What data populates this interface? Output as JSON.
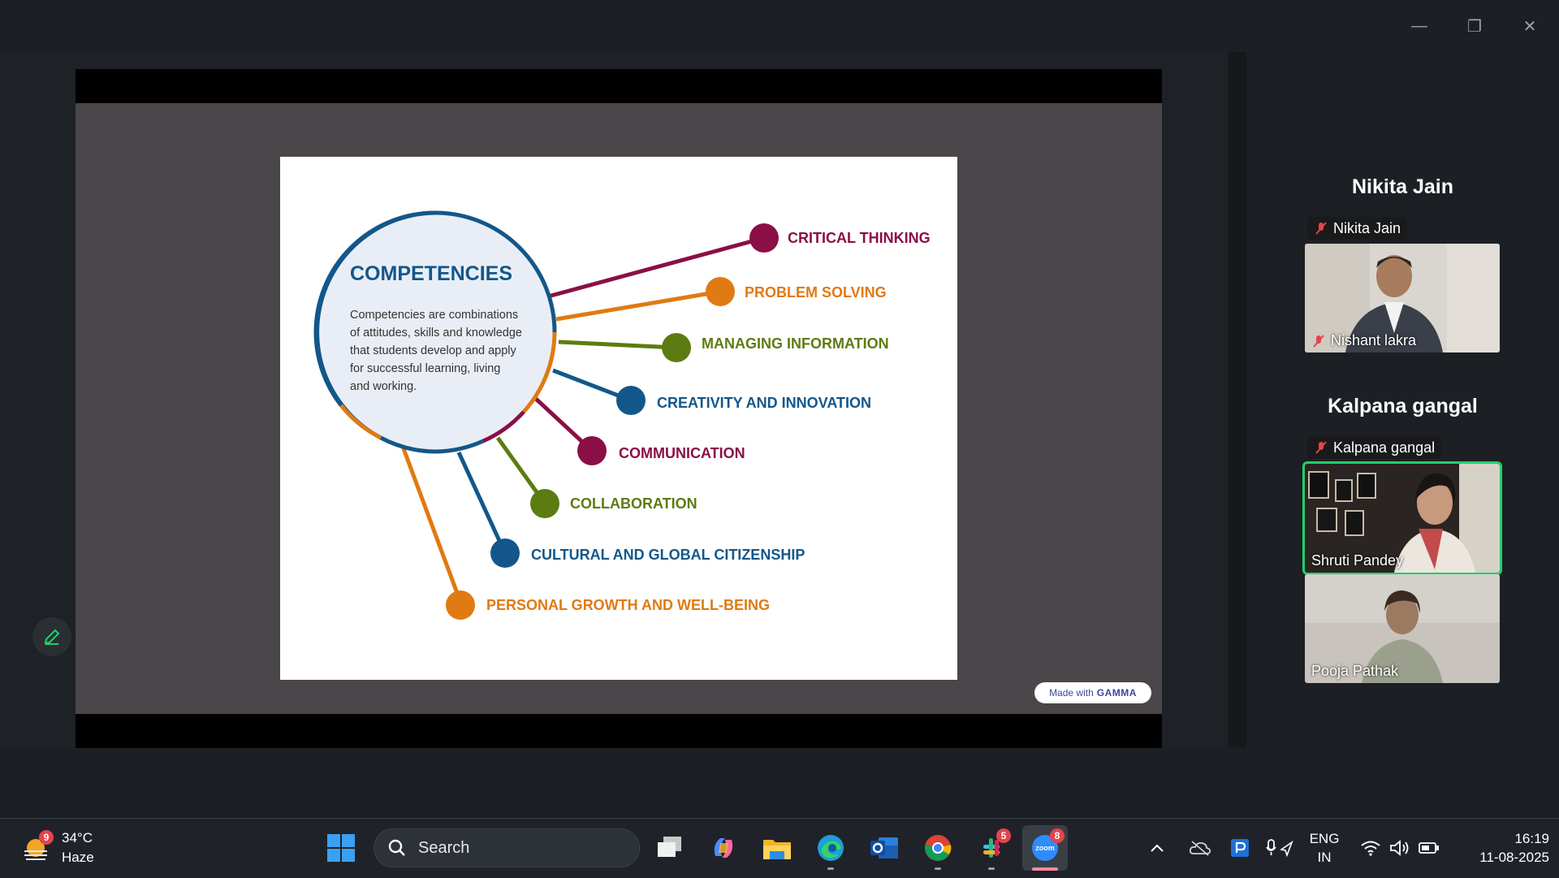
{
  "window": {
    "controls": {
      "minimize": "—",
      "restore": "❐",
      "close": "✕"
    }
  },
  "slide": {
    "hub_title": "COMPETENCIES",
    "hub_description": [
      "Competencies are combinations",
      "of attitudes, skills and knowledge",
      "that students develop and apply",
      "for successful learning, living",
      "and working."
    ],
    "items": [
      {
        "label": "CRITICAL THINKING",
        "color": "#8a0f47"
      },
      {
        "label": "PROBLEM SOLVING",
        "color": "#e07a12"
      },
      {
        "label": "MANAGING INFORMATION",
        "color": "#5c7c12"
      },
      {
        "label": "CREATIVITY AND INNOVATION",
        "color": "#13578a"
      },
      {
        "label": "COMMUNICATION",
        "color": "#8a0f47"
      },
      {
        "label": "COLLABORATION",
        "color": "#5c7c12"
      },
      {
        "label": "CULTURAL AND GLOBAL CITIZENSHIP",
        "color": "#13578a"
      },
      {
        "label": "PERSONAL GROWTH AND WELL-BEING",
        "color": "#e07a12"
      }
    ],
    "badge": {
      "prefix": "Made with",
      "brand": "GAMMA"
    }
  },
  "participants": {
    "header1": "Nikita Jain",
    "tile1_name": "Nikita Jain",
    "video1_label": "Nishant lakra",
    "header2": "Kalpana gangal",
    "tile2_name": "Kalpana gangal",
    "video2_label": "Shruti Pandey",
    "video3_label": "Pooja Pathak"
  },
  "taskbar": {
    "weather": {
      "temp": "34°C",
      "condition": "Haze",
      "badge": "9"
    },
    "search_placeholder": "Search",
    "slack_badge": "5",
    "zoom_badge": "8",
    "zoom_text": "zoom",
    "language": {
      "line1": "ENG",
      "line2": "IN"
    },
    "time": "16:19",
    "date": "11-08-2025"
  }
}
